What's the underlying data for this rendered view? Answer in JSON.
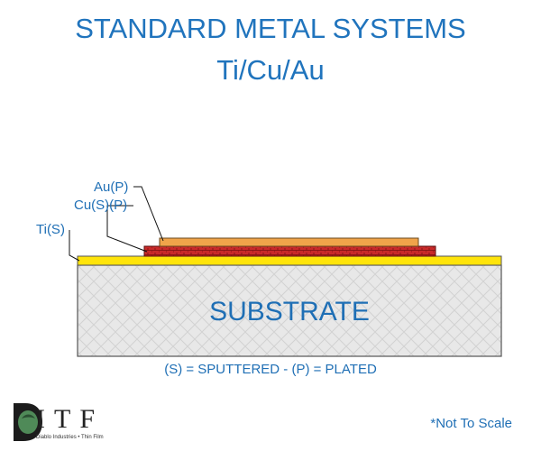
{
  "title": {
    "line1": "STANDARD METAL SYSTEMS",
    "line2": "Ti/Cu/Au"
  },
  "layers": {
    "au_label": "Au(P)",
    "cu_label": "Cu(S)(P)",
    "ti_label": "Ti(S)",
    "substrate_label": "SUBSTRATE"
  },
  "legend": "(S) = SPUTTERED  -  (P) = PLATED",
  "note": "*Not To Scale",
  "logo": {
    "letters": "ITF",
    "tagline": "Diablo Industries • Thin Film"
  },
  "colors": {
    "title": "#2074bd",
    "gold": "#f0a44a",
    "copper": "#c8252b",
    "titanium": "#ffe40a",
    "substrate": "#e7e7e7"
  }
}
